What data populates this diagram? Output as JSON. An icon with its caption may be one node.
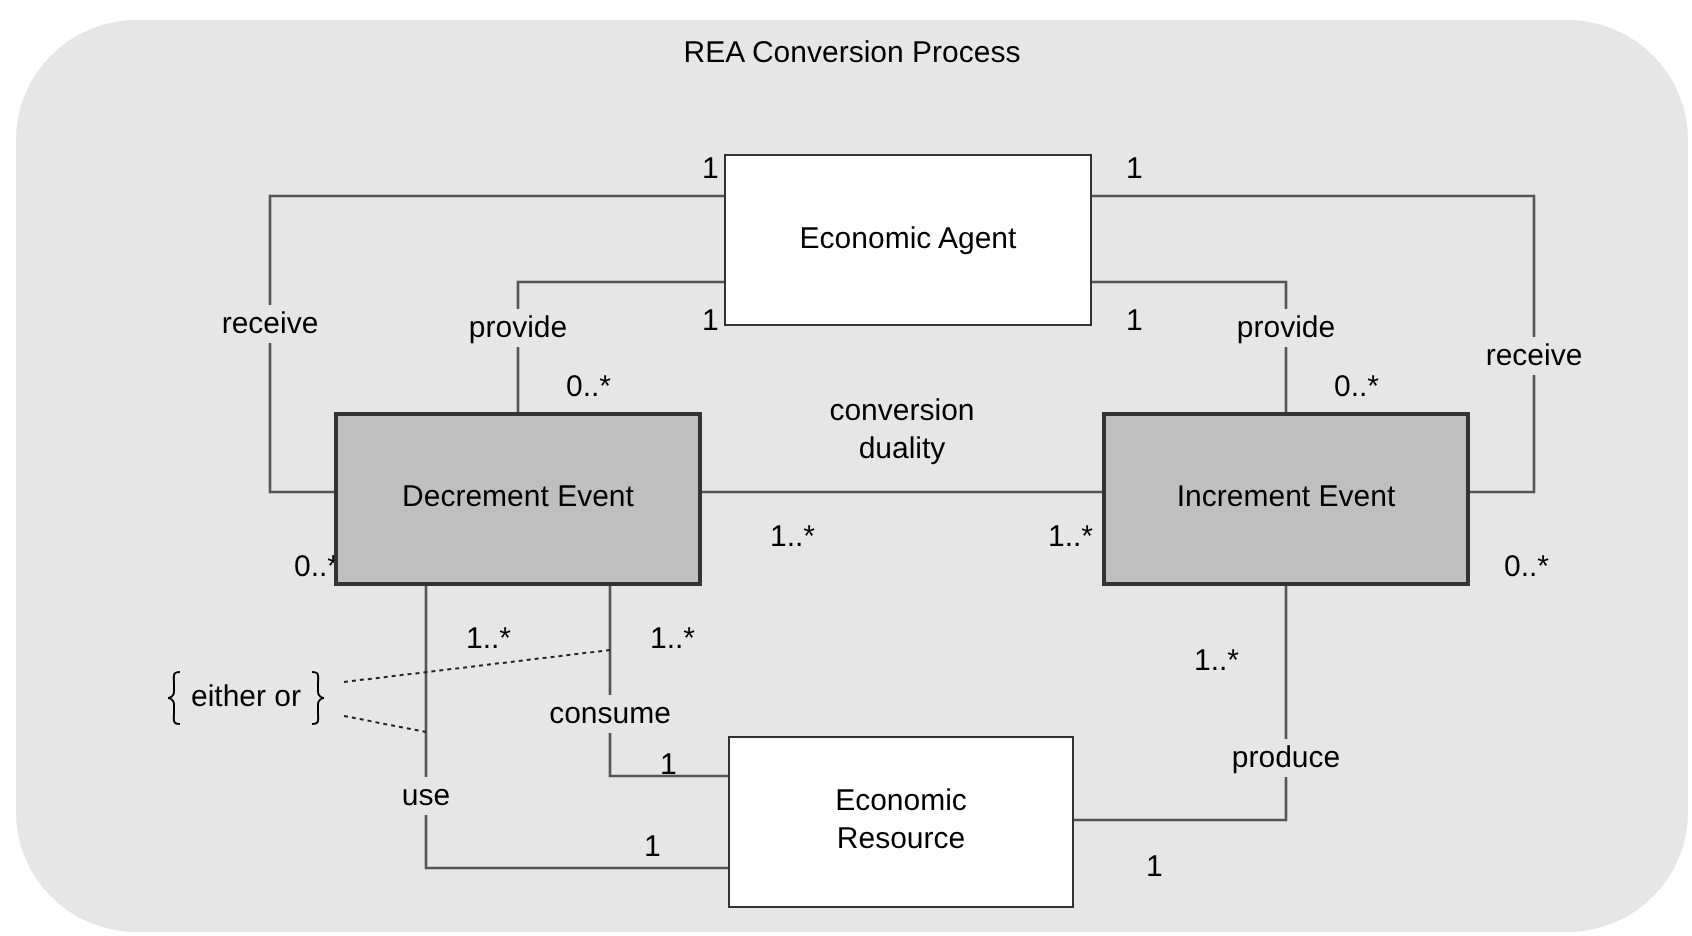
{
  "diagram": {
    "nodes": [
      {
        "text": [
          "REA Conversion Process"
        ]
      },
      {
        "text": [
          "Economic Agent"
        ],
        "in": 0
      },
      {
        "text": [
          "Decrement Event"
        ],
        "in": 0
      },
      {
        "text": [
          "Increment Event"
        ],
        "in": 0
      },
      {
        "text": [
          "Economic Resource"
        ],
        "in": 0
      },
      {
        "text": [
          "either or"
        ],
        "in": 0
      }
    ],
    "edges": [
      {
        "from": 1,
        "to": 2,
        "arrow": "none",
        "label": "receive"
      },
      {
        "from": 1,
        "to": 2,
        "arrow": "none",
        "label": "provide"
      },
      {
        "from": 1,
        "to": 3,
        "arrow": "none",
        "label": "receive"
      },
      {
        "from": 1,
        "to": 3,
        "arrow": "none",
        "label": "provide"
      },
      {
        "from": 2,
        "to": 3,
        "arrow": "none",
        "label": "conversion duality"
      },
      {
        "from": 2,
        "to": 4,
        "arrow": "none",
        "label": "use"
      },
      {
        "from": 2,
        "to": 4,
        "arrow": "none",
        "label": "consume"
      },
      {
        "from": 3,
        "to": 4,
        "arrow": "none",
        "label": "produce"
      },
      {
        "from": 5,
        "to": null,
        "arrow": "none",
        "style": "dashed"
      },
      {
        "from": 5,
        "to": null,
        "arrow": "none",
        "style": "dashed"
      }
    ],
    "labels": [
      "1",
      "1",
      "1",
      "1",
      "0..*",
      "0..*",
      "0..*",
      "1..*",
      "1..*",
      "0..*",
      "1..*",
      "1..*",
      "1..*",
      "1",
      "1",
      "1"
    ]
  }
}
